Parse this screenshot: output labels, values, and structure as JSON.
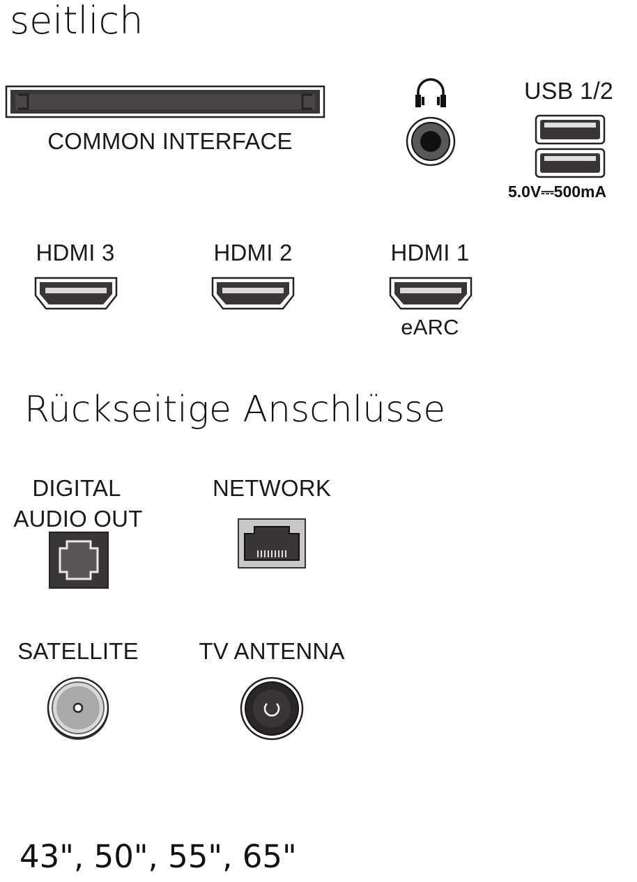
{
  "side_section": {
    "title": "seitlich",
    "common_interface_label": "COMMON INTERFACE",
    "usb_label": "USB 1/2",
    "usb_power_label": "5.0V⎓500mA",
    "hdmi_ports": [
      {
        "label": "HDMI 3",
        "sublabel": ""
      },
      {
        "label": "HDMI 2",
        "sublabel": ""
      },
      {
        "label": "HDMI 1",
        "sublabel": "eARC"
      }
    ]
  },
  "rear_section": {
    "title": "Rückseitige Anschlüsse",
    "digital_audio_label_line1": "DIGITAL",
    "digital_audio_label_line2": "AUDIO OUT",
    "network_label": "NETWORK",
    "satellite_label": "SATELLITE",
    "tv_antenna_label": "TV ANTENNA"
  },
  "footer": {
    "sizes": "43\", 50\", 55\", 65\""
  },
  "icons": {
    "headphone": "headphone-icon",
    "ci_slot": "ci-slot-icon",
    "usb": "usb-port-icon",
    "hdmi": "hdmi-port-icon",
    "optical": "optical-port-icon",
    "ethernet": "ethernet-port-icon",
    "coax": "coax-port-icon"
  },
  "colors": {
    "port_dark": "#2b2726",
    "port_mid": "#555555",
    "port_light": "#c8c8c8"
  }
}
